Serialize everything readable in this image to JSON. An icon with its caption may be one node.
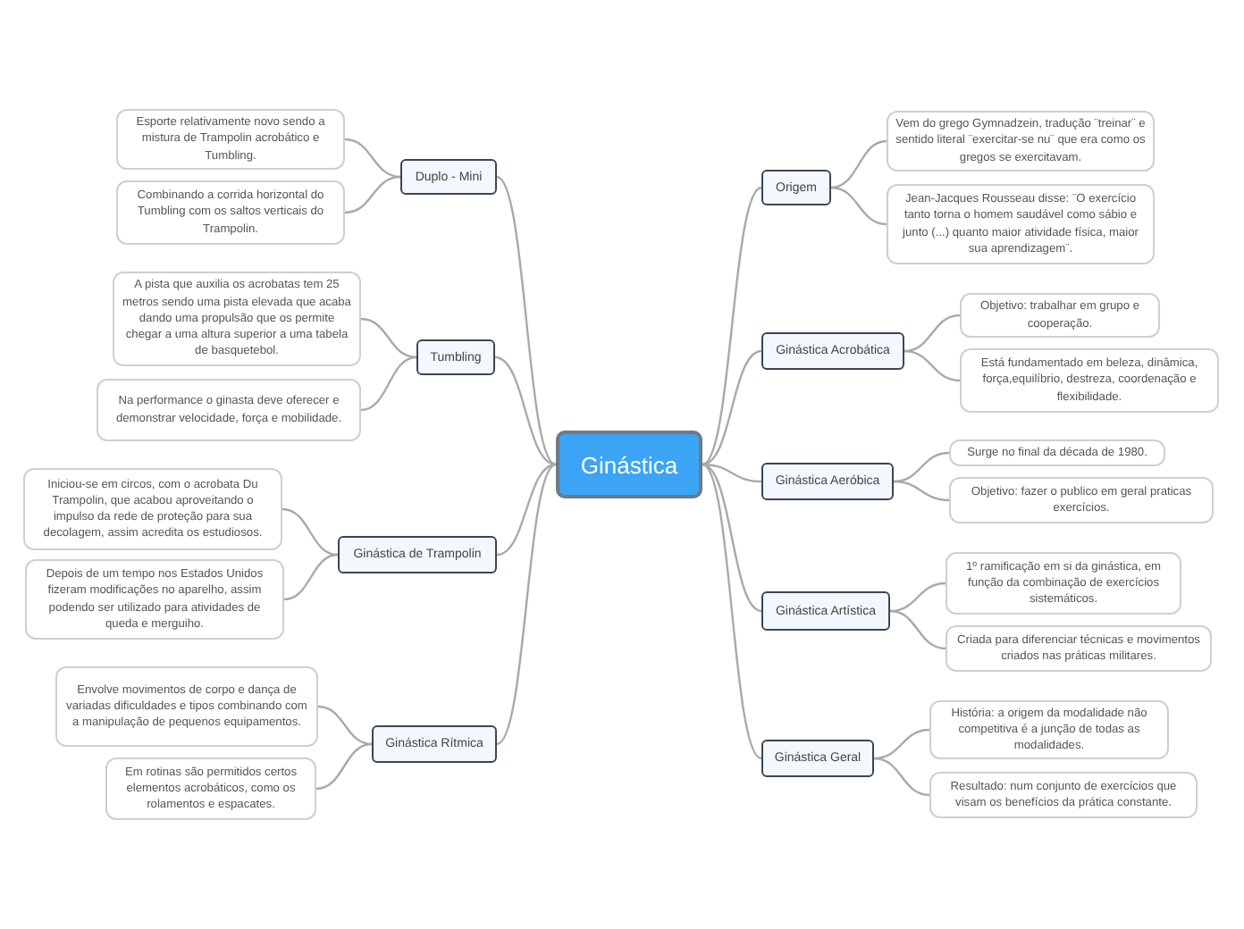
{
  "diagram": {
    "nodes": [
      {
        "text": [
          "Ginástica"
        ]
      },
      {
        "text": [
          "Duplo - Mini"
        ]
      },
      {
        "text": [
          "Esporte relativamente novo sendo a mistura de Trampolin acrobático e Tumbling."
        ]
      },
      {
        "text": [
          "Combinando a corrida horizontal do Tumbling com os saltos verticais do Trampolin."
        ]
      },
      {
        "text": [
          "Tumbling"
        ]
      },
      {
        "text": [
          "A pista que auxilia os acrobatas tem 25 metros sendo uma pista elevada que acaba dando uma propulsão que os permite chegar a uma altura superior a uma tabela de basquetebol."
        ]
      },
      {
        "text": [
          "Na performance o ginasta deve oferecer e demonstrar velocidade, força e mobilidade."
        ]
      },
      {
        "text": [
          "Ginástica de Trampolin"
        ]
      },
      {
        "text": [
          "Iniciou-se em circos, com o acrobata Du Trampolin, que acabou aproveitando o impulso da rede de proteção para sua decolagem, assim acredita os estudiosos."
        ]
      },
      {
        "text": [
          "Depois de um tempo nos Estados Unidos fizeram modificações no aparelho, assim podendo ser utilizado para atividades de queda e merguiho."
        ]
      },
      {
        "text": [
          "Ginástica Rítmica"
        ]
      },
      {
        "text": [
          "Envolve movimentos de corpo e dança de variadas dificuldades e tipos combinando com a manipulação de pequenos equipamentos."
        ]
      },
      {
        "text": [
          "Em rotinas são permitidos certos elementos acrobáticos, como os rolamentos e espacates."
        ]
      },
      {
        "text": [
          "Origem"
        ]
      },
      {
        "text": [
          "Vem do grego Gymnadzein, tradução ¨treinar¨ e sentido literal ¨exercitar-se nu¨ que era como os gregos se exercitavam."
        ]
      },
      {
        "text": [
          "Jean-Jacques Rousseau disse: ¨O exercício tanto torna o homem saudável como sábio e junto (...) quanto maior atividade física, maior sua aprendizagem¨."
        ]
      },
      {
        "text": [
          "Ginástica Acrobática"
        ]
      },
      {
        "text": [
          "Objetivo: trabalhar em grupo e cooperação."
        ]
      },
      {
        "text": [
          "Está fundamentado em beleza, dinâmica, força,equilíbrio, destreza, coordenação e flexibilidade."
        ]
      },
      {
        "text": [
          "Ginástica Aeróbica"
        ]
      },
      {
        "text": [
          "Surge no final da década de 1980."
        ]
      },
      {
        "text": [
          "Objetivo: fazer o publico em geral praticas exercícios."
        ]
      },
      {
        "text": [
          "Ginástica Artística"
        ]
      },
      {
        "text": [
          "1º ramificação em si da ginástica, em função da combinação de exercícios sistemáticos."
        ]
      },
      {
        "text": [
          "Criada para diferenciar técnicas e movimentos criados nas práticas militares."
        ]
      },
      {
        "text": [
          "Ginástica Geral"
        ]
      },
      {
        "text": [
          "História: a origem da modalidade não competitiva é a junção de todas as modalidades."
        ]
      },
      {
        "text": [
          "Resultado: num conjunto de exercícios que visam os benefícios da prática constante."
        ]
      }
    ],
    "edges": [
      {
        "from": 0,
        "to": 1,
        "arrow": "none"
      },
      {
        "from": 1,
        "to": 2,
        "arrow": "none"
      },
      {
        "from": 1,
        "to": 3,
        "arrow": "none"
      },
      {
        "from": 0,
        "to": 4,
        "arrow": "none"
      },
      {
        "from": 4,
        "to": 5,
        "arrow": "none"
      },
      {
        "from": 4,
        "to": 6,
        "arrow": "none"
      },
      {
        "from": 0,
        "to": 7,
        "arrow": "none"
      },
      {
        "from": 7,
        "to": 8,
        "arrow": "none"
      },
      {
        "from": 7,
        "to": 9,
        "arrow": "none"
      },
      {
        "from": 0,
        "to": 10,
        "arrow": "none"
      },
      {
        "from": 10,
        "to": 11,
        "arrow": "none"
      },
      {
        "from": 10,
        "to": 12,
        "arrow": "none"
      },
      {
        "from": 0,
        "to": 13,
        "arrow": "none"
      },
      {
        "from": 13,
        "to": 14,
        "arrow": "none"
      },
      {
        "from": 13,
        "to": 15,
        "arrow": "none"
      },
      {
        "from": 0,
        "to": 16,
        "arrow": "none"
      },
      {
        "from": 16,
        "to": 17,
        "arrow": "none"
      },
      {
        "from": 16,
        "to": 18,
        "arrow": "none"
      },
      {
        "from": 0,
        "to": 19,
        "arrow": "none"
      },
      {
        "from": 19,
        "to": 20,
        "arrow": "none"
      },
      {
        "from": 19,
        "to": 21,
        "arrow": "none"
      },
      {
        "from": 0,
        "to": 22,
        "arrow": "none"
      },
      {
        "from": 22,
        "to": 23,
        "arrow": "none"
      },
      {
        "from": 22,
        "to": 24,
        "arrow": "none"
      },
      {
        "from": 0,
        "to": 25,
        "arrow": "none"
      },
      {
        "from": 25,
        "to": 26,
        "arrow": "none"
      },
      {
        "from": 25,
        "to": 27,
        "arrow": "none"
      }
    ]
  }
}
